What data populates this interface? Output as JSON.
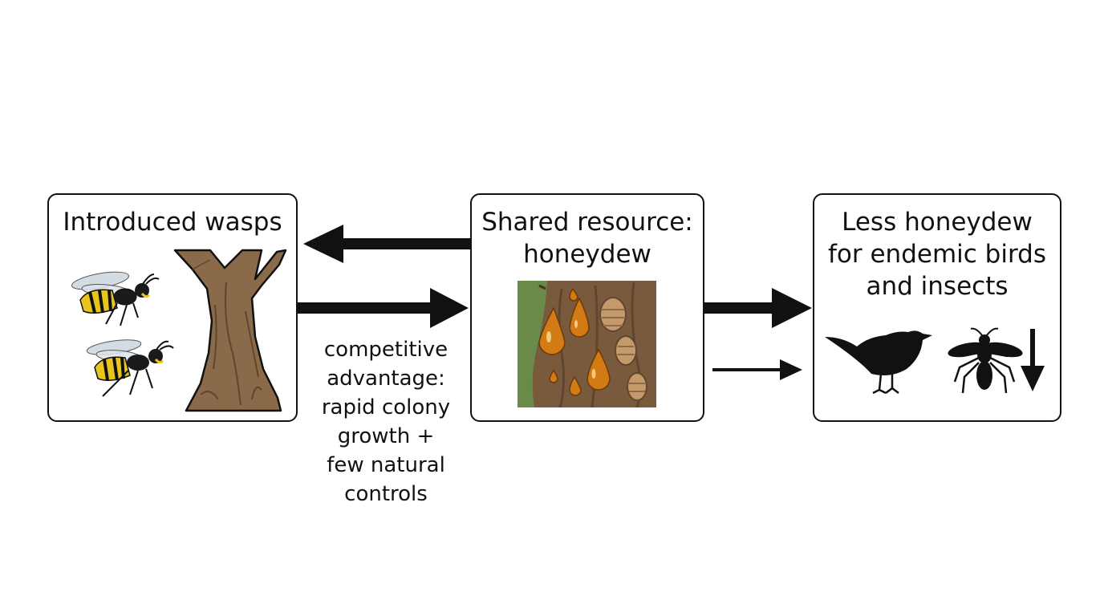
{
  "boxes": {
    "wasps": {
      "title": "Introduced wasps"
    },
    "resource": {
      "title_lines": [
        "Shared resource:",
        "honeydew"
      ]
    },
    "outcome": {
      "title_lines": [
        "Less honeydew",
        "for endemic birds",
        "and insects"
      ]
    }
  },
  "caption_lines": [
    "competitive",
    "advantage:",
    "rapid colony",
    "growth +",
    "few natural",
    "controls"
  ],
  "icons": [
    "wasp-illustration",
    "tree-illustration",
    "honeydew-bark-illustration",
    "bird-silhouette-icon",
    "insect-silhouette-icon",
    "down-arrow-icon"
  ],
  "colors": {
    "stroke": "#111111",
    "wasp_yellow": "#e8c41c",
    "bark": "#8a6a48",
    "bark_dark": "#5e4630",
    "honeydew": "#d27a14",
    "leaf_green": "#6a8a4a"
  }
}
